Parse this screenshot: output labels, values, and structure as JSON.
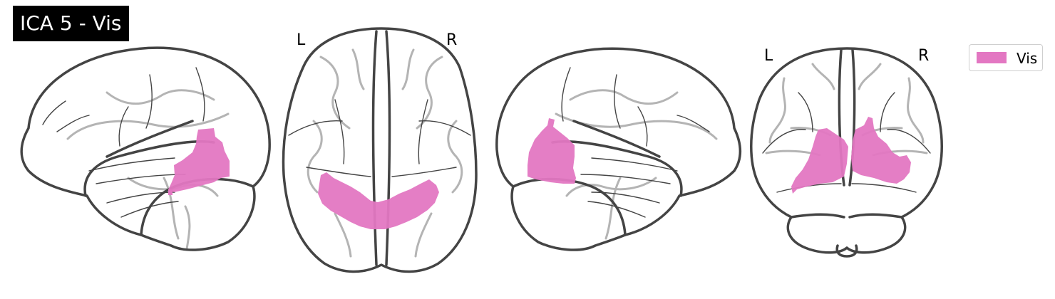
{
  "figure": {
    "title": "ICA 5 - Vis",
    "overlay_color": "#e377c2",
    "axial_view": {
      "left_label": "L",
      "right_label": "R"
    },
    "coronal_view": {
      "left_label": "L",
      "right_label": "R"
    },
    "legend": {
      "label": "Vis",
      "color": "#e377c2"
    }
  }
}
